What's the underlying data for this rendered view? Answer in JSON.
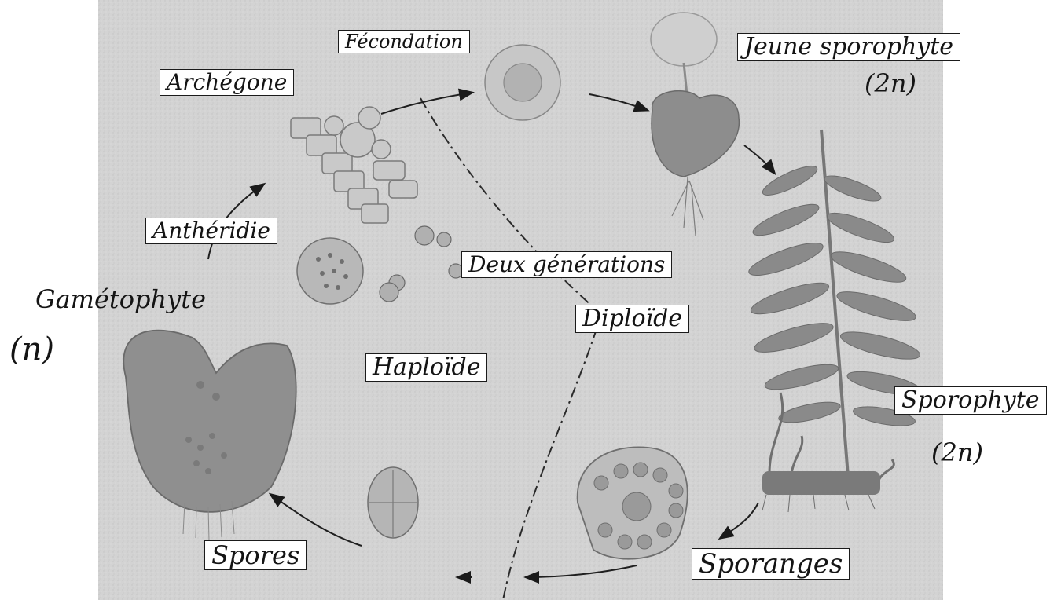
{
  "diagram": {
    "labels": {
      "fecondation": "Fécondation",
      "archegone": "Archégone",
      "jeune_sporophyte": "Jeune sporophyte",
      "jeune_sporophyte_ploidy": "(2n)",
      "antheridie": "Anthéridie",
      "gametophyte": "Gamétophyte",
      "gametophyte_ploidy": "(n)",
      "deux_generations": "Deux générations",
      "diploide": "Diploïde",
      "haploide": "Haploïde",
      "sporophyte": "Sporophyte",
      "sporophyte_ploidy": "(2n)",
      "spores": "Spores",
      "sporanges": "Sporanges"
    },
    "colors": {
      "background": "#d3d3d3",
      "ink": "#141414",
      "plant": "#8d8d8d",
      "plant_dark": "#6b6b6b"
    }
  }
}
